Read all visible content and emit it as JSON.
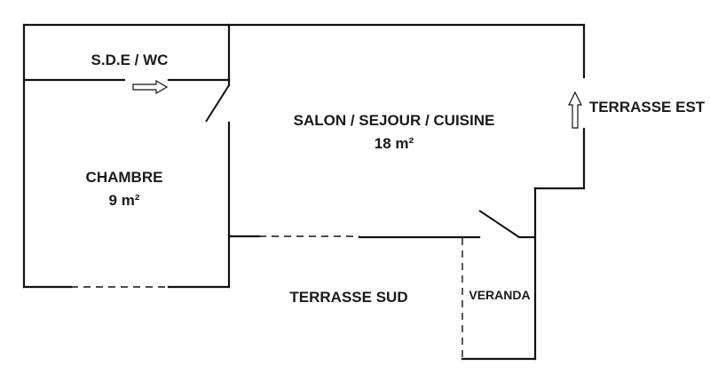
{
  "rooms": {
    "sde_wc": {
      "name": "S.D.E / WC"
    },
    "salon": {
      "name": "SALON / SEJOUR / CUISINE",
      "area": "18 m²"
    },
    "chambre": {
      "name": "CHAMBRE",
      "area": "9 m²"
    },
    "veranda": {
      "name": "VERANDA"
    }
  },
  "outdoor": {
    "terrasse_est": "TERRASSE EST",
    "terrasse_sud": "TERRASSE SUD"
  }
}
